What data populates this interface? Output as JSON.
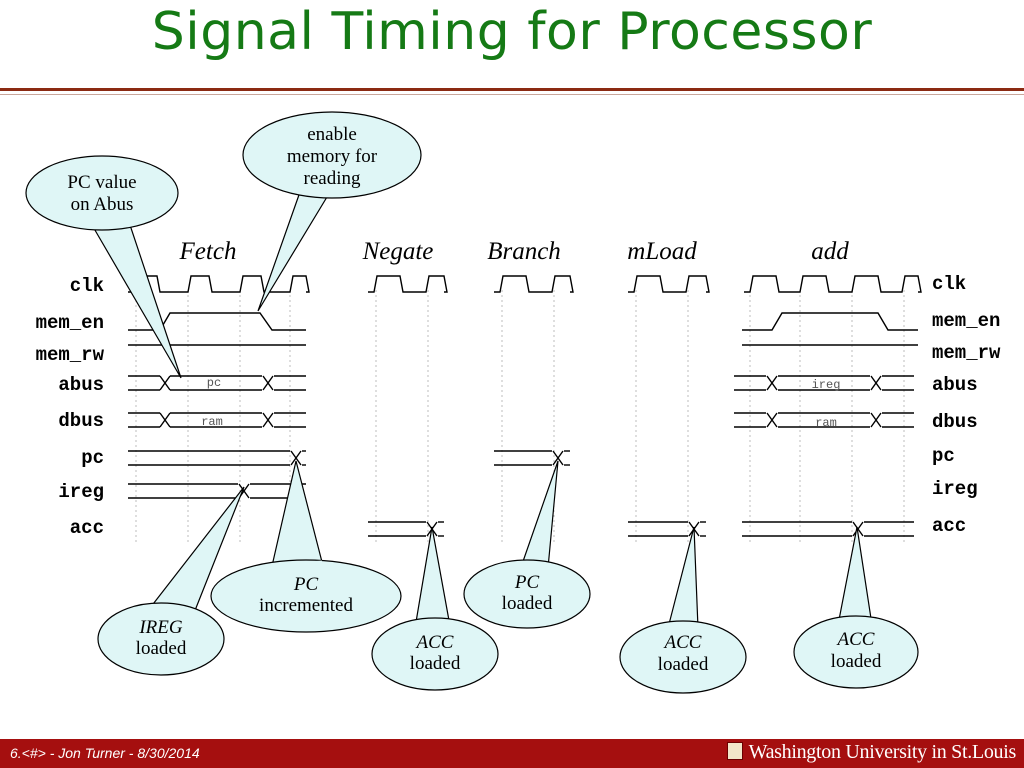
{
  "title": "Signal Timing for Processor",
  "phases": [
    "Fetch",
    "Negate",
    "Branch",
    "mLoad",
    "add"
  ],
  "signals": [
    "clk",
    "mem_en",
    "mem_rw",
    "abus",
    "dbus",
    "pc",
    "ireg",
    "acc"
  ],
  "bus_values": {
    "fetch_abus": "pc",
    "fetch_dbus": "ram",
    "add_abus": "ireg",
    "add_dbus": "ram"
  },
  "callouts": {
    "enable_memory": [
      "enable",
      "memory for",
      "reading"
    ],
    "pc_on_abus": [
      "PC value",
      "on Abus"
    ],
    "ireg_loaded": [
      "IREG",
      "loaded"
    ],
    "pc_incremented": [
      "PC",
      "incremented"
    ],
    "negate_acc": [
      "ACC",
      "loaded"
    ],
    "branch_pc": [
      "PC",
      "loaded"
    ],
    "mload_acc": [
      "ACC",
      "loaded"
    ],
    "add_acc": [
      "ACC",
      "loaded"
    ]
  },
  "colors": {
    "title": "#157a15",
    "callout_fill": "#dff6f6",
    "footer": "#a50f0f",
    "rule": "#8b2a12"
  },
  "footer": {
    "left": "6.<#> - Jon Turner - 8/30/2014",
    "right": "Washington University in St.Louis"
  }
}
